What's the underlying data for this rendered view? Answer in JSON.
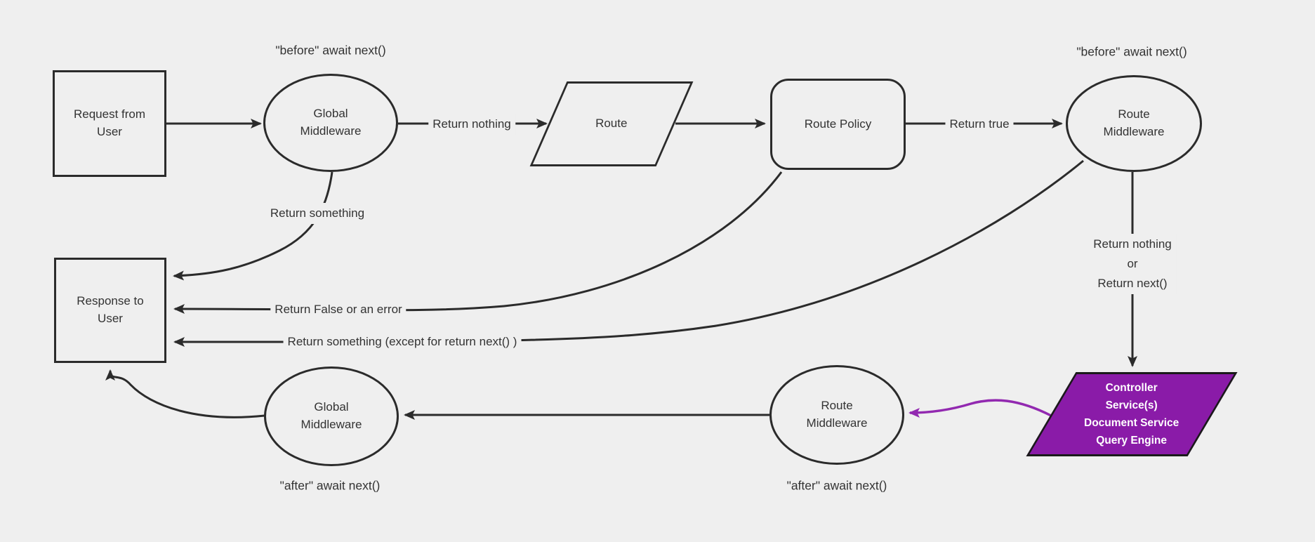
{
  "theme": {
    "bg": "#efefef",
    "stroke": "#2b2b2b",
    "text": "#333333",
    "purple_fill": "#8a1ba8",
    "purple_stroke": "#1a1a1a",
    "purple_edge": "#9229b0",
    "white_text": "#ffffff"
  },
  "nodes": {
    "request": {
      "label": "Request from User"
    },
    "global_middleware_top": {
      "label": "Global Middleware"
    },
    "route": {
      "label": "Route"
    },
    "route_policy": {
      "label": "Route Policy"
    },
    "route_middleware_top": {
      "label": "Route Middleware"
    },
    "response": {
      "label": "Response to User"
    },
    "global_middleware_bottom": {
      "label": "Global Middleware"
    },
    "route_middleware_bottom": {
      "label": "Route Middleware"
    },
    "controller": {
      "lines": [
        "Controller",
        "Service(s)",
        "Document Service",
        "Query Engine"
      ]
    }
  },
  "edge_labels": {
    "return_nothing": "Return nothing",
    "return_true": "Return true",
    "return_something": "Return something",
    "return_false_or_error": "Return False or an error",
    "return_something_except": "Return something (except for return next() )",
    "return_nothing_or_next": [
      "Return nothing",
      "or",
      "Return next()"
    ]
  },
  "annotations": {
    "before_await_left": "\"before\" await next()",
    "before_await_right": "\"before\" await next()",
    "after_await_left": "\"after\" await next()",
    "after_await_right": "\"after\" await next()"
  }
}
